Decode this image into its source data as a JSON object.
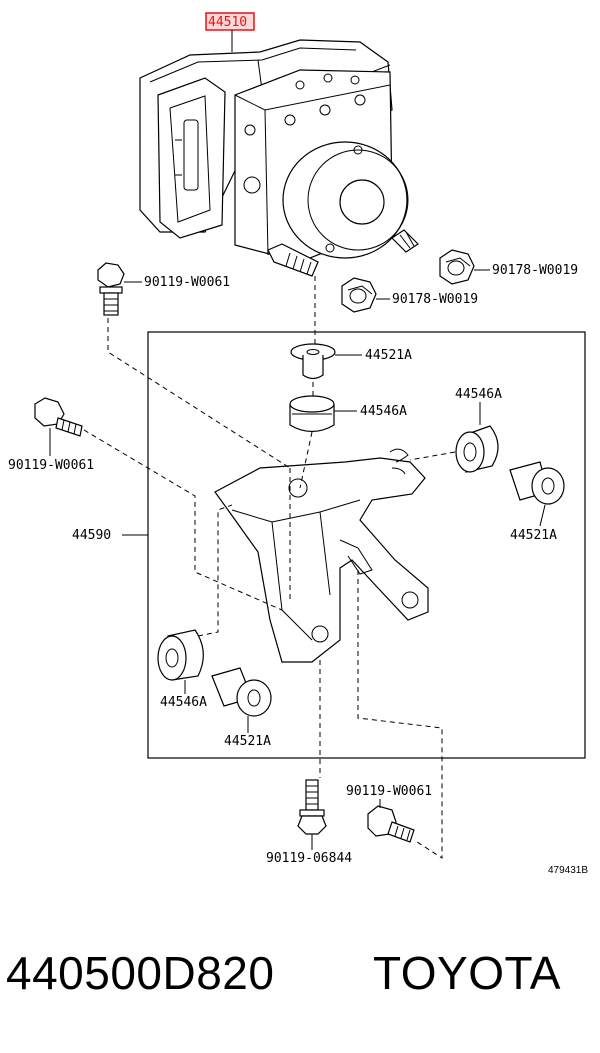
{
  "diagram": {
    "highlight_color": "#e0151b",
    "part_labels": {
      "modulator": "44510",
      "bolt_top_left": "90119-W0061",
      "nut_right": "90178-W0019",
      "nut_center": "90178-W0019",
      "collar_top": "44521A",
      "cushion_top": "44546A",
      "cushion_right": "44546A",
      "collar_right": "44521A",
      "bolt_left": "90119-W0061",
      "bracket": "44590",
      "cushion_bottom": "44546A",
      "collar_bottom": "44521A",
      "bolt_bottom_right": "90119-W0061",
      "bolt_bottom": "90119-06844"
    },
    "illustration_ref": "479431B"
  },
  "footer": {
    "part_number": "440500D820",
    "brand": "TOYOTA"
  }
}
